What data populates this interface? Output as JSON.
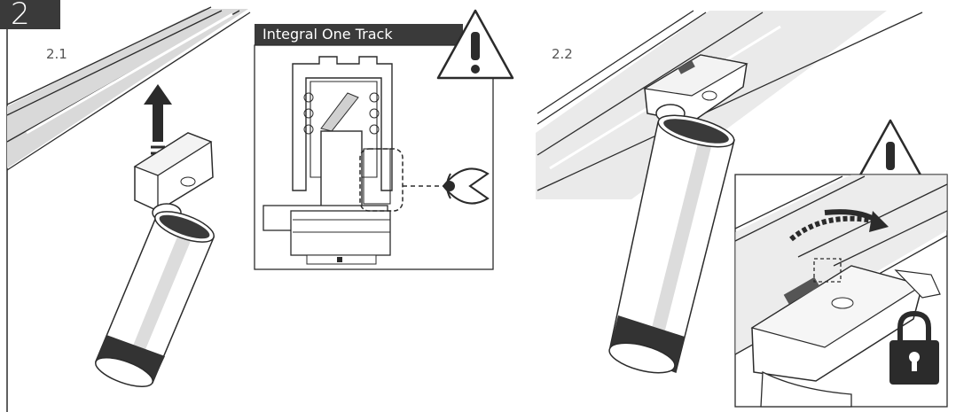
{
  "step": {
    "number": "2"
  },
  "substeps": {
    "first": "2.1",
    "second": "2.2"
  },
  "inset": {
    "title": "Integral One Track"
  },
  "icons": {
    "warning_first": "warning-triangle-icon",
    "warning_second": "warning-triangle-icon",
    "eye": "eye-icon",
    "lock": "padlock-icon",
    "arrow_up": "arrow-up-icon",
    "rotate": "rotate-arrow-icon"
  },
  "colors": {
    "ink": "#2b2b2b",
    "badge": "#3a3a3a",
    "shade": "#d9d9d9",
    "knurl": "#333333"
  }
}
